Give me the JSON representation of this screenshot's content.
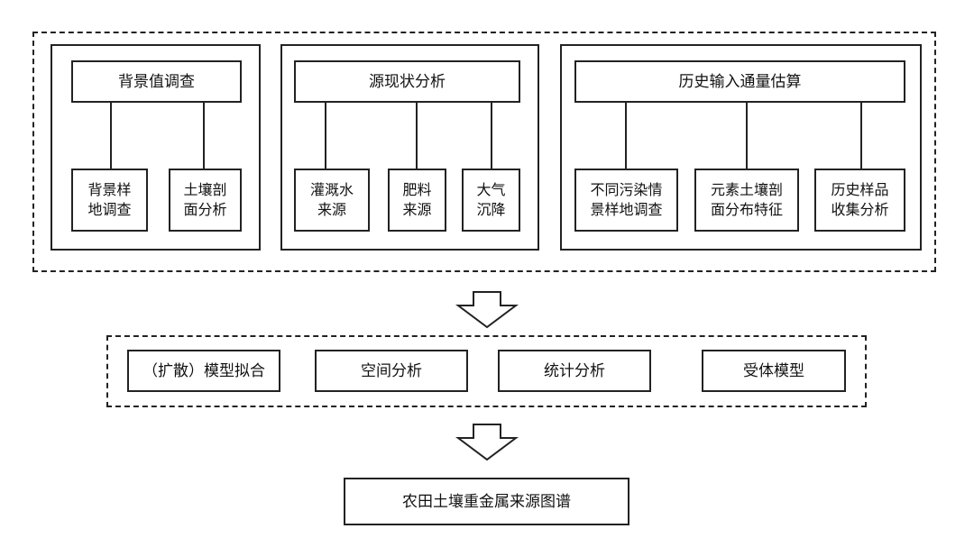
{
  "groups": [
    {
      "header": "背景值调查",
      "children": [
        "背景样\n地调查",
        "土壤剖\n面分析"
      ]
    },
    {
      "header": "源现状分析",
      "children": [
        "灌溉水\n来源",
        "肥料\n来源",
        "大气\n沉降"
      ]
    },
    {
      "header": "历史输入通量估算",
      "children": [
        "不同污染情\n景样地调查",
        "元素土壤剖\n面分布特征",
        "历史样品\n收集分析"
      ]
    }
  ],
  "methods": [
    "（扩散）模型拟合",
    "空间分析",
    "统计分析",
    "受体模型"
  ],
  "result": "农田土壤重金属来源图谱"
}
